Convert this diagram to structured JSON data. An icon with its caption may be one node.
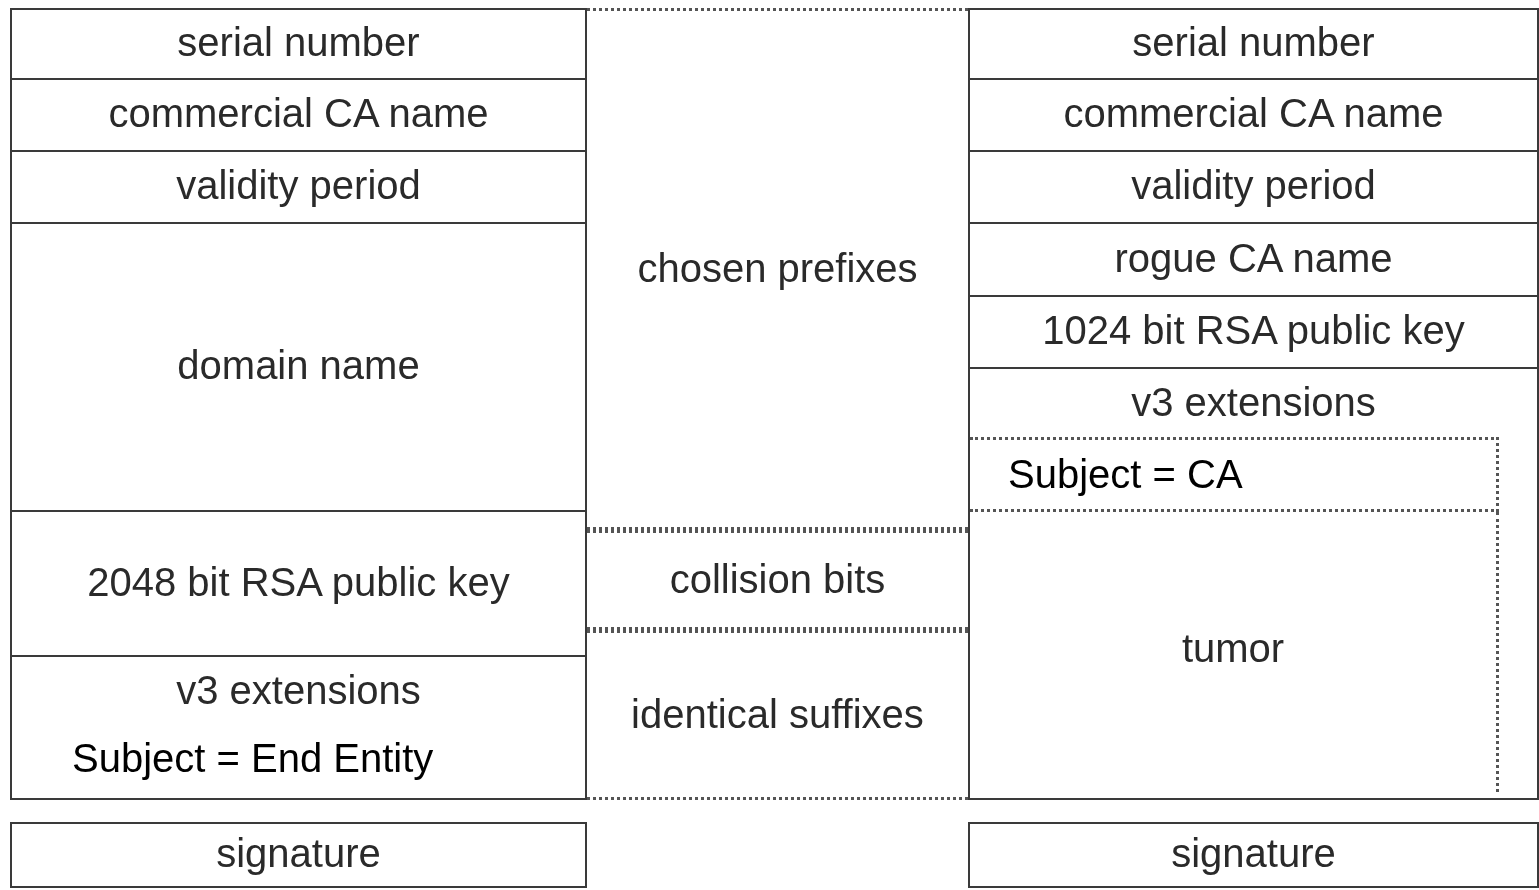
{
  "diagram": {
    "nodes": [
      {
        "text": [
          "serial number"
        ]
      },
      {
        "text": [
          "commercial CA name"
        ]
      },
      {
        "text": [
          "validity period"
        ]
      },
      {
        "text": [
          "domain name"
        ]
      },
      {
        "text": [
          "2048 bit RSA public key"
        ]
      },
      {
        "text": [
          "v3 extensions",
          "Subject = End Entity"
        ]
      },
      {
        "text": [
          "signature"
        ]
      },
      {
        "text": [
          "chosen prefixes"
        ]
      },
      {
        "text": [
          "collision bits"
        ]
      },
      {
        "text": [
          "identical suffixes"
        ]
      },
      {
        "text": [
          "serial number"
        ]
      },
      {
        "text": [
          "commercial CA name"
        ]
      },
      {
        "text": [
          "validity period"
        ]
      },
      {
        "text": [
          "rogue CA name"
        ]
      },
      {
        "text": [
          "1024 bit RSA public key"
        ]
      },
      {
        "text": [
          "v3 extensions"
        ]
      },
      {
        "text": [
          "Subject = CA"
        ],
        "in": 15
      },
      {
        "text": [
          "tumor"
        ],
        "in": 15
      },
      {
        "text": [
          "signature"
        ]
      }
    ]
  }
}
